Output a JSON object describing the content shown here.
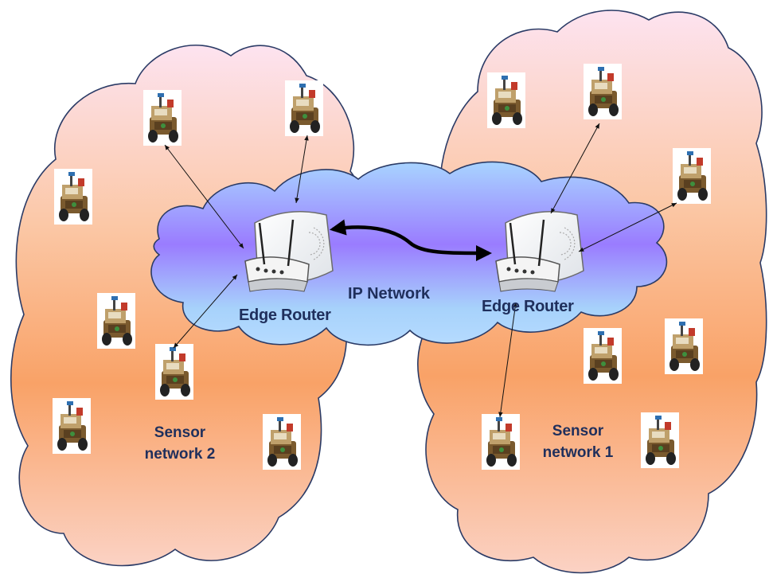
{
  "labels": {
    "ip_network": "IP Network",
    "edge_router_left": "Edge Router",
    "edge_router_right": "Edge Router",
    "sensor_network_2_line1": "Sensor",
    "sensor_network_2_line2": "network 2",
    "sensor_network_1_line1": "Sensor",
    "sensor_network_1_line2": "network 1"
  },
  "colors": {
    "cloud_top": "#fde3f0",
    "cloud_bottom": "#f9a267",
    "ip_cloud_top": "#a8d4ff",
    "ip_cloud_mid": "#9a7cff",
    "ip_cloud_bottom": "#a7d2fb",
    "label_text": "#1f2f5c",
    "cloud_stroke": "#2b3b66"
  },
  "icons": {
    "sensor": "sensor-robot-icon",
    "router": "wireless-router-icon"
  }
}
